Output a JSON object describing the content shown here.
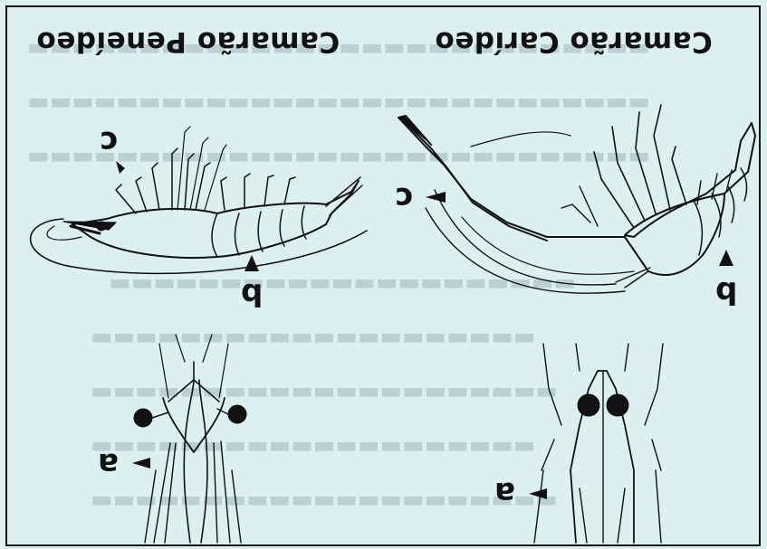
{
  "figure": {
    "left_panel": {
      "title": "Camarão Peneídeo",
      "labels": {
        "a": "a",
        "b": "b",
        "c": "c"
      }
    },
    "right_panel": {
      "title": "Camarão Carídeo",
      "labels": {
        "a": "a",
        "b": "b",
        "c": "c"
      }
    }
  },
  "colors": {
    "ink": "#111111",
    "paper": "#dceff1",
    "bleed": "#9fb7bd"
  }
}
